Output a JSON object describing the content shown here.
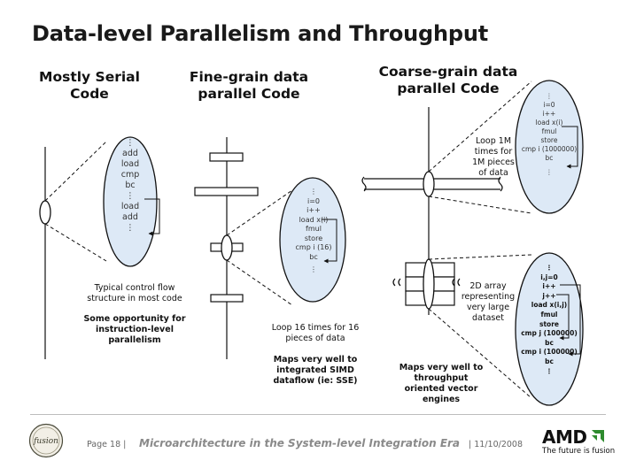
{
  "title": "Data-level Parallelism and Throughput",
  "columns": {
    "serial": {
      "heading": [
        "Mostly Serial",
        "Code"
      ],
      "code": [
        "⋮",
        "add",
        "load",
        "cmp",
        "bc",
        "⋮",
        "load",
        "add",
        "⋮"
      ],
      "note1": [
        "Typical control flow",
        "structure in most code"
      ],
      "note2": [
        "Some opportunity for",
        "instruction-level",
        "parallelism"
      ]
    },
    "fine": {
      "heading": [
        "Fine-grain data",
        "parallel Code"
      ],
      "code": [
        "⋮",
        "i=0",
        "i++",
        "load x(i)",
        "fmul",
        "store",
        "cmp i (16)",
        "bc",
        "⋮"
      ],
      "note1": [
        "Loop 16 times for 16",
        "pieces of data"
      ],
      "note2": [
        "Maps very well to",
        "integrated SIMD",
        "dataflow (ie: SSE)"
      ]
    },
    "coarse": {
      "heading": [
        "Coarse-grain data",
        "parallel Code"
      ],
      "code_top": [
        "⋮",
        "i=0",
        "i++",
        "load x(i)",
        "fmul",
        "store",
        "cmp i (1000000)",
        "bc",
        "⋮"
      ],
      "loop_note": [
        "Loop 1M",
        "times for",
        "1M pieces",
        "of data"
      ],
      "array_note": [
        "2D array",
        "representing",
        "very large",
        "dataset"
      ],
      "code_bottom": [
        "⋮",
        "i,j=0",
        "i++",
        "j++",
        "load x(i,j)",
        "fmul",
        "store",
        "cmp j (100000)",
        "bc",
        "cmp i (100000)",
        "bc",
        "⋮"
      ],
      "note": [
        "Maps very well to",
        "throughput",
        "oriented vector",
        "engines"
      ]
    }
  },
  "footer": {
    "logo_text": "fusion",
    "page": "Page 18",
    "sep": "|",
    "title": "Microarchitecture in the System-level Integration Era",
    "date": "11/10/2008",
    "brand": "AMD",
    "tagline": "The future is fusion"
  },
  "colors": {
    "ellipse_fill": "#dde9f6",
    "amd_green": "#2e8b2e"
  }
}
